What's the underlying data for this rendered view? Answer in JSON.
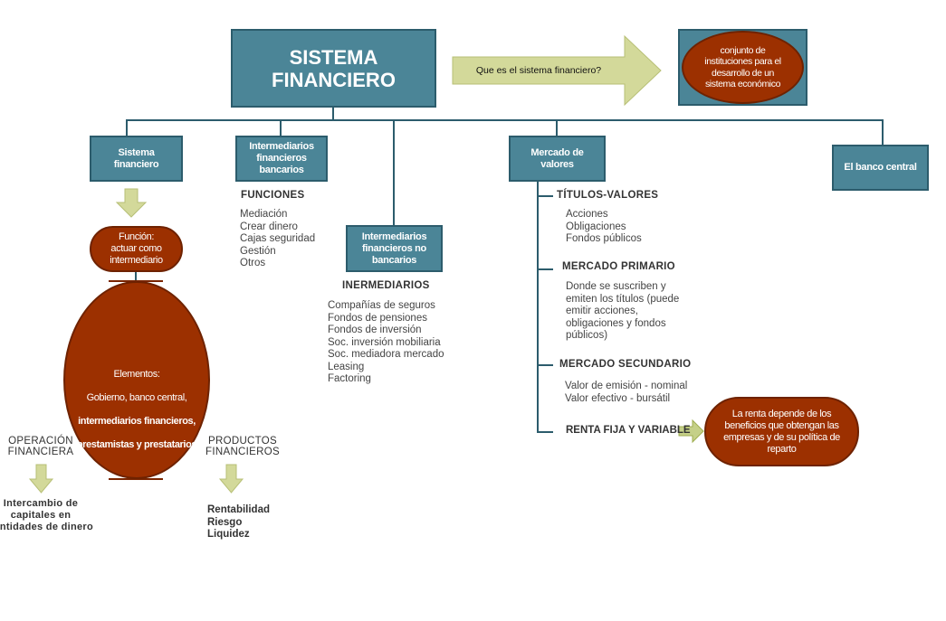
{
  "title": "SISTEMA\nFINANCIERO",
  "question_arrow": "Que es el sistema financiero?",
  "definition": "conjunto de\ninstituciones para el\ndesarrollo de un\nsistema económico",
  "branches": {
    "sistema": "Sistema\nfinanciero",
    "bancarios": "Intermediarios\nfinancieros\nbancarios",
    "no_bancarios": "Intermediarios\nfinancieros no\nbancarios",
    "mercado": "Mercado de\nvalores",
    "banco_central": "El banco central"
  },
  "funcion": "Función:\nactuar como\nintermediario",
  "elementos": {
    "label": "Elementos:",
    "line1": "Gobierno, banco central,",
    "line2": "intermediarios financieros,",
    "line3": "prestamistas y prestatarios"
  },
  "operacion": {
    "heading": "OPERACIÓN\nFINANCIERA",
    "text": "Intercambio de\ncapitales en\ncantidades de dinero"
  },
  "productos": {
    "heading": "PRODUCTOS\nFINANCIEROS",
    "items": [
      "Rentabilidad",
      "Riesgo",
      "Liquidez"
    ]
  },
  "funciones": {
    "heading": "FUNCIONES",
    "items": [
      "Mediación",
      "Crear dinero",
      "Cajas seguridad",
      "Gestión",
      "Otros"
    ]
  },
  "intermediarios": {
    "heading": "INERMEDIARIOS",
    "items": [
      "Compañías de seguros",
      "Fondos de pensiones",
      "Fondos de inversión",
      "Soc. inversión mobiliaria",
      "Soc. mediadora mercado",
      "Leasing",
      "Factoring"
    ]
  },
  "mercado": {
    "titulos": {
      "heading": "TÍTULOS-VALORES",
      "items": [
        "Acciones",
        "Obligaciones",
        "Fondos públicos"
      ]
    },
    "primario": {
      "heading": "MERCADO PRIMARIO",
      "items": [
        "Donde se suscriben y",
        "emiten los títulos (puede",
        "emitir acciones,",
        "obligaciones y fondos",
        "públicos)"
      ]
    },
    "secundario": {
      "heading": "MERCADO SECUNDARIO",
      "items": [
        "Valor de emisión - nominal",
        "Valor efectivo - bursátil"
      ]
    },
    "renta": {
      "heading": "RENTA FIJA Y VARIABLE"
    }
  },
  "renta_note": "La renta depende de los\nbeneficios que obtengan las\nempresas y de su política de\nreparto",
  "colors": {
    "box": "#4b8597",
    "oval": "#9c3000",
    "arrow": "#d3d99a"
  }
}
